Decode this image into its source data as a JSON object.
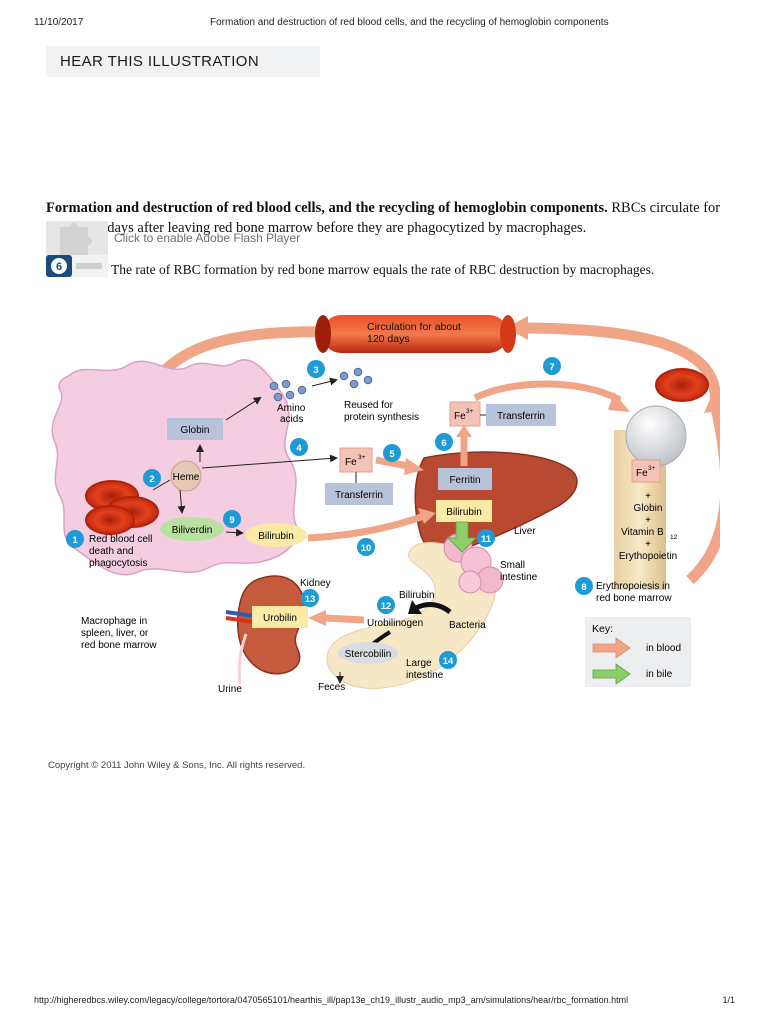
{
  "header": {
    "date": "11/10/2017",
    "title": "Formation and destruction of red blood cells, and the recycling of hemoglobin components"
  },
  "hear_button": {
    "label": "HEAR THIS ILLUSTRATION"
  },
  "caption": {
    "bold": "Formation and destruction of red blood cells, and the recycling of hemoglobin components.",
    "rest": "RBCs circulate for about 120 days after leaving red bone marrow before they are phagocytized by macrophages."
  },
  "flash": {
    "text": "Click to enable Adobe Flash Player"
  },
  "audio_badge": {
    "number": "6"
  },
  "rate_note": "The rate of RBC formation by red bone marrow equals the rate of RBC destruction by macrophages.",
  "diagram": {
    "circulation_1": "Circulation for about",
    "circulation_2": "120 days",
    "step1_1": "Red blood cell",
    "step1_2": "death and",
    "step1_3": "phagocytosis",
    "macrophage_1": "Macrophage in",
    "macrophage_2": "spleen, liver, or",
    "macrophage_3": "red bone marrow",
    "globin": "Globin",
    "heme": "Heme",
    "amino_1": "Amino",
    "amino_2": "acids",
    "reused_1": "Reused for",
    "reused_2": "protein synthesis",
    "fe_a": "Fe",
    "fe_b": "Fe",
    "fe_c": "Fe",
    "fe_sup": "3+",
    "transferrin_a": "Transferrin",
    "transferrin_b": "Transferrin",
    "biliverdin": "Biliverdin",
    "bilirubin_a": "Bilirubin",
    "ferritin": "Ferritin",
    "bilirubin_b": "Bilirubin",
    "liver": "Liver",
    "small_int_1": "Small",
    "small_int_2": "intestine",
    "bilirubin_c": "Bilirubin",
    "urobilinogen": "Urobilinogen",
    "bacteria": "Bacteria",
    "stercobilin": "Stercobilin",
    "large_int_1": "Large",
    "large_int_2": "intestine",
    "feces": "Feces",
    "kidney": "Kidney",
    "urobilin": "Urobilin",
    "urine": "Urine",
    "plus": "+",
    "globin_b": "Globin",
    "vitamin": "Vitamin B",
    "vitamin_sub": "12",
    "epo": "Erythopoietin",
    "step8_1": "Erythropoiesis in",
    "step8_2": "red bone marrow",
    "key_title": "Key:",
    "key_blood": "in blood",
    "key_bile": "in bile",
    "n1": "1",
    "n2": "2",
    "n3": "3",
    "n4": "4",
    "n5": "5",
    "n6": "6",
    "n7": "7",
    "n8": "8",
    "n9": "9",
    "n10": "10",
    "n11": "11",
    "n12": "12",
    "n13": "13",
    "n14": "14"
  },
  "copyright": "Copyright © 2011 John Wiley & Sons, Inc. All rights reserved.",
  "footer": {
    "url": "http://higheredbcs.wiley.com/legacy/college/tortora/0470565101/hearthis_ill/pap13e_ch19_illustr_audio_mp3_am/simulations/hear/rbc_formation.html",
    "page": "1/1"
  },
  "colors": {
    "blood_arrow": "#f0a587",
    "bile_arrow": "#8ccf6a",
    "badge": "#1e9bd7",
    "macrophage": "#f4cde1",
    "liver": "#b84a32",
    "rbc": "#d83418"
  }
}
